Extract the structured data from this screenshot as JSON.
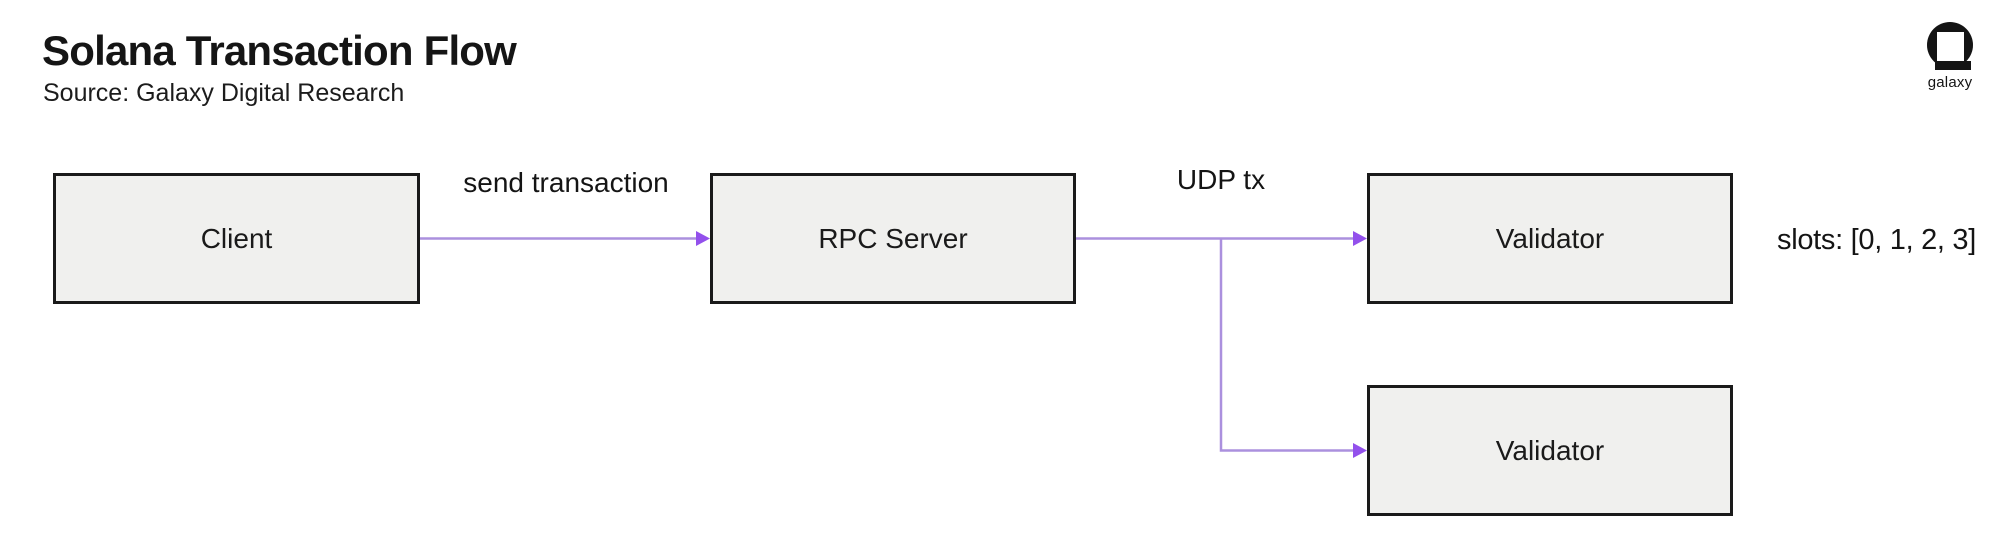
{
  "header": {
    "title": "Solana Transaction Flow",
    "source": "Source: Galaxy Digital Research"
  },
  "logo": {
    "wordmark": "galaxy"
  },
  "diagram": {
    "nodes": [
      {
        "id": "client",
        "label": "Client"
      },
      {
        "id": "rpc-server",
        "label": "RPC Server"
      },
      {
        "id": "validator-1",
        "label": "Validator"
      },
      {
        "id": "validator-2",
        "label": "Validator"
      }
    ],
    "edges": [
      {
        "from": "client",
        "to": "rpc-server",
        "label": "send transaction"
      },
      {
        "from": "rpc-server",
        "to": "validator-1",
        "label": "UDP tx"
      },
      {
        "from": "rpc-server",
        "to": "validator-2",
        "label": ""
      }
    ],
    "annotations": [
      {
        "text": "slots: [0, 1, 2, 3]",
        "attached_to": "validator-1"
      }
    ]
  },
  "colors": {
    "background": "#ffffff",
    "arrow_line": "#ab90de",
    "arrow_head": "#9350ec",
    "node_fill": "#f0f0ee",
    "node_border": "#1a1a1a",
    "text": "#161616"
  }
}
